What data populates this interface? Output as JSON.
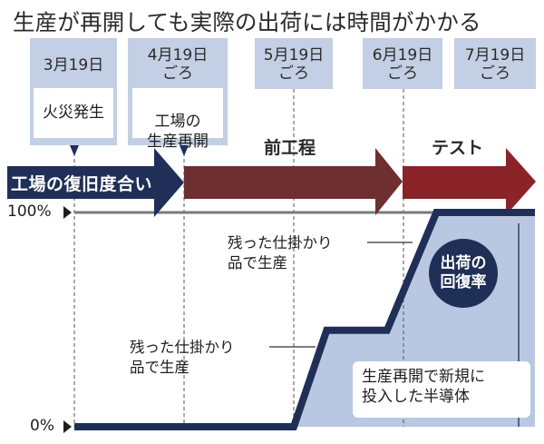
{
  "title": "生産が再開しても実際の出荷には時間がかかる",
  "timeline": [
    {
      "date": "3月19日",
      "approx": "",
      "event": "火災発生"
    },
    {
      "date": "4月19日",
      "approx": "ごろ",
      "event": "工場の\n生産再開"
    },
    {
      "date": "5月19日",
      "approx": "ごろ",
      "event": ""
    },
    {
      "date": "6月19日",
      "approx": "ごろ",
      "event": ""
    },
    {
      "date": "7月19日",
      "approx": "ごろ",
      "event": ""
    }
  ],
  "phases": {
    "recovery_arrow": "工場の復旧度合い",
    "front_process": "前工程",
    "test": "テスト"
  },
  "colors": {
    "navy": "#1f2f57",
    "date_box": "#c3cfe4",
    "front_process_arrow": "#6e2f30",
    "test_arrow": "#8a2428",
    "fill": "#b9c7e2",
    "axis_gray": "#7a7a7a"
  },
  "annotations": {
    "wip_upper_line1": "残った仕掛かり",
    "wip_upper_line2": "品で生産",
    "wip_lower_line1": "残った仕掛かり",
    "wip_lower_line2": "品で生産",
    "circle_line1": "出荷の",
    "circle_line2": "回復率",
    "new_line1": "生産再開で新規に",
    "new_line2": "投入した半導体"
  },
  "chart_data": {
    "type": "line",
    "title": "生産が再開しても実際の出荷には時間がかかる",
    "ylabel": "出荷の回復率",
    "ytick_labels": [
      "0%",
      "100%"
    ],
    "ylim": [
      0,
      100
    ],
    "x_unit": "months after 3月19日",
    "xlim": [
      0,
      4
    ],
    "xtick_labels": [
      "3月19日",
      "4月19日ごろ",
      "5月19日ごろ",
      "6月19日ごろ",
      "7月19日ごろ"
    ],
    "series": [
      {
        "name": "出荷の回復率",
        "x": [
          0,
          1,
          2.0,
          2.3,
          2.85,
          3.3,
          4.2
        ],
        "y": [
          0,
          0,
          0,
          45,
          45,
          100,
          100
        ]
      }
    ],
    "new_wafer_start_x": 4.05
  }
}
